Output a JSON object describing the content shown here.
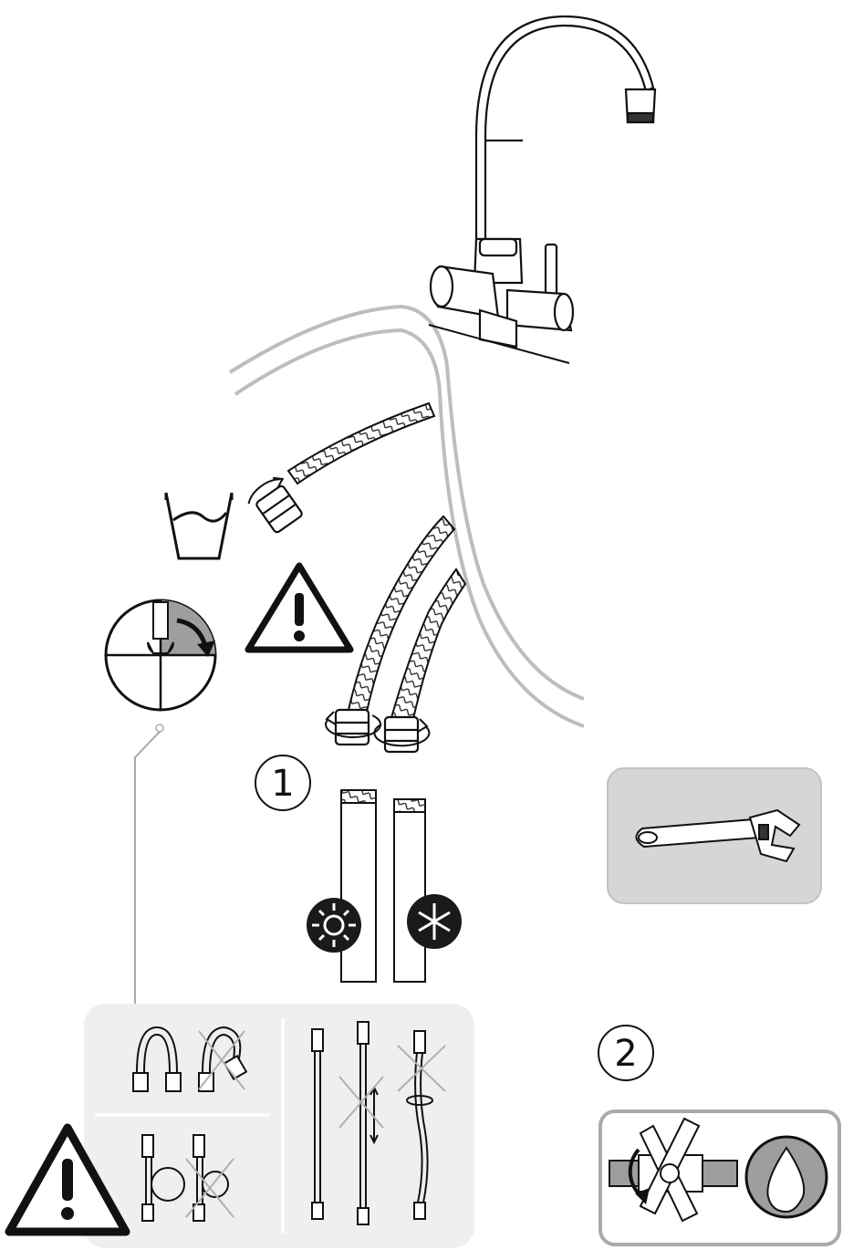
{
  "steps": {
    "step1": "1",
    "step2": "2"
  },
  "icons": {
    "faucet": "faucet-icon",
    "hot_water": "sun-icon",
    "cold_water": "snowflake-icon",
    "wrench": "adjustable-wrench-icon",
    "warning": "warning-triangle-icon",
    "bucket": "bucket-icon",
    "tighten_dial": "quarter-turn-dial-icon",
    "valve": "shutoff-valve-icon",
    "water_drop": "water-drop-icon"
  },
  "colors": {
    "line": "#111111",
    "counter": "#bdbdbd",
    "panel_fill": "#d6d6d6",
    "panel_border": "#c2c2c2",
    "hose_panel": "#efefef",
    "dark_symbol": "#1a1a1a"
  },
  "hose_rules": {
    "correct_bend": "allowed",
    "kinked": "forbidden",
    "tight_loop": "forbidden",
    "straight": "allowed",
    "stretched": "forbidden",
    "twisted": "forbidden"
  }
}
